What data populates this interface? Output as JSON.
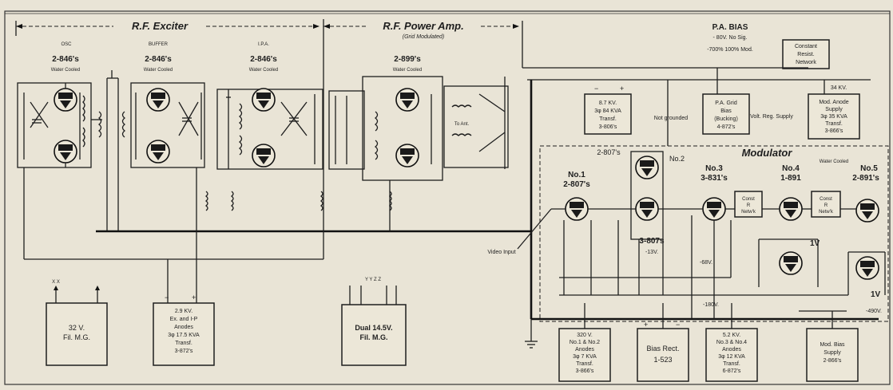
{
  "sections": {
    "rf_exciter": "R.F. Exciter",
    "rf_power_amp": "R.F. Power Amp.",
    "rf_power_amp_sub": "(Grid Modulated)",
    "modulator": "Modulator"
  },
  "stages": [
    {
      "id": "osc",
      "name": "OSC",
      "tubes": "2-846's",
      "cooling": "Water Cooled"
    },
    {
      "id": "buffer",
      "name": "BUFFER",
      "tubes": "2-846's",
      "cooling": "Water Cooled"
    },
    {
      "id": "ipa",
      "name": "I.P.A.",
      "tubes": "2-846's",
      "cooling": "Water Cooled"
    },
    {
      "id": "pa",
      "name": "",
      "tubes": "2-899's",
      "cooling": "Water Cooled"
    }
  ],
  "pa_bias": {
    "title": "P.A. BIAS",
    "line1": "- 80V. No Sig.",
    "line2": "-700% 100% Mod."
  },
  "modulator_stages": {
    "no1": {
      "num": "No.1",
      "tubes": "2-807's"
    },
    "no2": {
      "num": "No.2",
      "tubes": "2-807's"
    },
    "no2b": {
      "tubes": "3-807s"
    },
    "no3": {
      "num": "No.3",
      "tubes": "3-831's"
    },
    "no4": {
      "num": "No.4",
      "tubes": "1-891"
    },
    "no5": {
      "num": "No.5",
      "tubes": "2-891's",
      "cooling": "Water Cooled"
    }
  },
  "labels": {
    "to_ant": "To Ant.",
    "not_grounded": "Not grounded",
    "volt_reg_supply": "Volt. Reg. Supply",
    "video_input": "Video Input",
    "kv_34": "34 KV.",
    "v_minus13": "-13V.",
    "v_minus68": "-68V.",
    "v_minus180": "-180V.",
    "v_minus490": "-490V.",
    "one_v_a": "1V",
    "one_v_b": "1V",
    "const_r_1": "Const R Netw'k",
    "const_r_2": "Const R Netw'k",
    "fil_xx": "X X",
    "fil_yyzz": "Y Y Z Z",
    "plus": "+",
    "minus": "−"
  },
  "boxes": {
    "constant_resist": {
      "lines": [
        "Constant",
        "Resist.",
        "Network"
      ]
    },
    "kv_87": {
      "lines": [
        "8.7 KV.",
        "3φ 84 KVA",
        "Transf.",
        "3-806's"
      ]
    },
    "pa_grid_bias": {
      "lines": [
        "P.A. Grid",
        "Bias",
        "(Bucking)",
        "4-872's"
      ]
    },
    "mod_anode": {
      "lines": [
        "Mod. Anode",
        "Supply",
        "3φ 35 KVA",
        "Transf.",
        "3-866's"
      ]
    },
    "fil_mg_32": {
      "lines": [
        "32 V.",
        "Fil. M.G."
      ]
    },
    "kv_29": {
      "lines": [
        "2.9 KV.",
        "Ex. and I-P",
        "Anodes",
        "3φ 17.5 KVA",
        "Transf.",
        "3-872's"
      ]
    },
    "dual_145": {
      "lines": [
        "Dual 14.5V.",
        "Fil. M.G."
      ]
    },
    "v320": {
      "lines": [
        "320 V.",
        "No.1 & No.2",
        "Anodes",
        "3φ 7 KVA",
        "Transf.",
        "3-866's"
      ]
    },
    "bias_rect": {
      "lines": [
        "Bias Rect.",
        "1-523"
      ]
    },
    "kv52": {
      "lines": [
        "5.2 KV.",
        "No.3 & No.4",
        "Anodes",
        "3φ 12 KVA",
        "Transf.",
        "6-872's"
      ]
    },
    "mod_bias": {
      "lines": [
        "Mod. Bias",
        "Supply",
        "2-866's"
      ]
    }
  }
}
